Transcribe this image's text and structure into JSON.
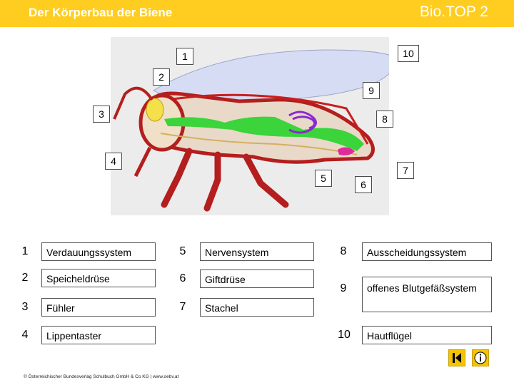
{
  "header": {
    "title": "Der Körperbau der Biene",
    "brand": "Bio.TOP 2"
  },
  "labels": [
    "1",
    "2",
    "3",
    "4",
    "5",
    "6",
    "7",
    "8",
    "9",
    "10"
  ],
  "legend": [
    {
      "num": "1",
      "text": "Verdauungssystem"
    },
    {
      "num": "2",
      "text": "Speicheldrüse"
    },
    {
      "num": "3",
      "text": "Fühler"
    },
    {
      "num": "4",
      "text": "Lippentaster"
    },
    {
      "num": "5",
      "text": "Nervensystem"
    },
    {
      "num": "6",
      "text": "Giftdrüse"
    },
    {
      "num": "7",
      "text": "Stachel"
    },
    {
      "num": "8",
      "text": "Ausscheidungssystem"
    },
    {
      "num": "9",
      "text": "offenes Blutgefäßsystem"
    },
    {
      "num": "10",
      "text": "Hautflügel"
    }
  ],
  "footer": "© Österreichischer Bundesverlag Schulbuch GmbH & Co KG | www.oebv.at",
  "nav": {
    "back_icon": "skip-back-icon",
    "info_icon": "info-icon",
    "color": "#f5c400"
  },
  "colors": {
    "header_bg": "#fecd20"
  }
}
